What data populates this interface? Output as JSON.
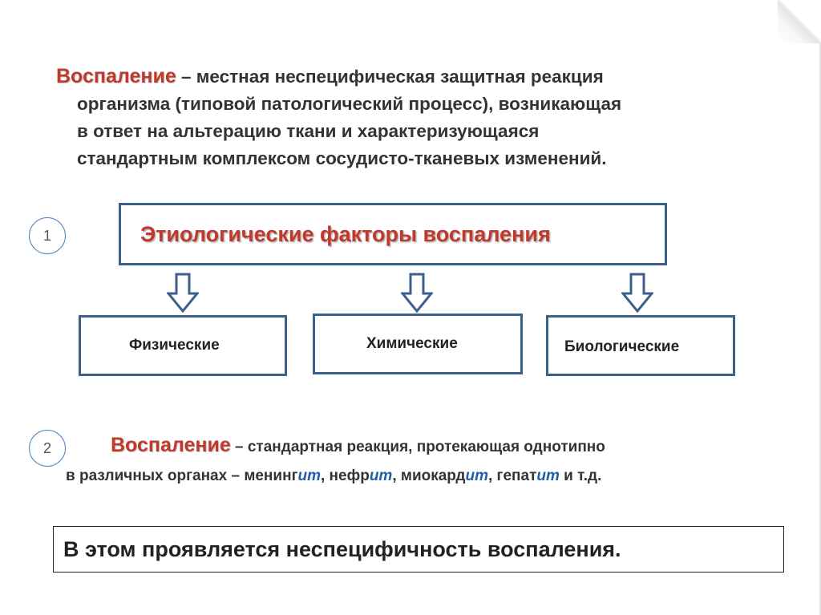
{
  "definition": {
    "term": "Воспаление",
    "line1_rest": " – местная неспецифическая защитная реакция",
    "line2": "организма (типовой патологический процесс), возникающая",
    "line3": "в ответ на альтерацию ткани и характеризующаяся",
    "line4": "стандартным комплексом сосудисто-тканевых изменений."
  },
  "section1": {
    "number": "1",
    "title": "Этиологические факторы воспаления",
    "categories": [
      "Физические",
      "Химические",
      "Биологические"
    ]
  },
  "section2": {
    "number": "2",
    "term": "Воспаление",
    "line1_rest": " – стандартная реакция, протекающая однотипно",
    "line2_parts": [
      {
        "text": "в различных органах – менинг",
        "style": "normal"
      },
      {
        "text": "ит",
        "style": "suffix"
      },
      {
        "text": ", нефр",
        "style": "normal"
      },
      {
        "text": "ит",
        "style": "suffix"
      },
      {
        "text": ", миокард",
        "style": "normal"
      },
      {
        "text": "ит",
        "style": "suffix"
      },
      {
        "text": ", гепат",
        "style": "normal"
      },
      {
        "text": "ит",
        "style": "suffix"
      },
      {
        "text": " и т.д.",
        "style": "normal"
      }
    ]
  },
  "conclusion": "В этом проявляется неспецифичность воспаления.",
  "colors": {
    "term_red": "#c0392b",
    "box_border": "#3d5f8c",
    "circle_border": "#4f81bd",
    "suffix_blue": "#1f5fa8"
  },
  "icons": [
    "down-arrow-icon"
  ]
}
